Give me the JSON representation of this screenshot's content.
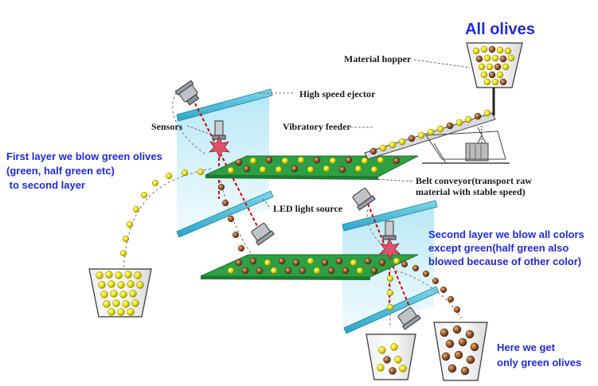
{
  "title": "All olives",
  "labels": {
    "material_hopper": "Material hopper",
    "high_speed_ejector": "High speed ejector",
    "sensors": "Sensors",
    "vibratory_feeder": "Vibratory feeder",
    "belt_conveyor_1": "Belt conveyor(transport raw",
    "belt_conveyor_2": "material with stable speed)",
    "led_light_source": "LED light source"
  },
  "notes": {
    "first_layer": [
      "First layer we blow green olives",
      "(green, half green etc)",
      " to second layer"
    ],
    "second_layer": [
      "Second layer we blow all colors",
      "except green(half green also",
      "blowed because of other color)"
    ],
    "result": [
      "Here we get",
      "only green olives"
    ]
  },
  "colors": {
    "green_olive": "#e8e000",
    "brown_olive": "#9a5a2c",
    "belt": "#2ea043",
    "light_panel": "#bfe9f5",
    "text_blue": "#1f2ad8",
    "laser": "#cc0000"
  }
}
